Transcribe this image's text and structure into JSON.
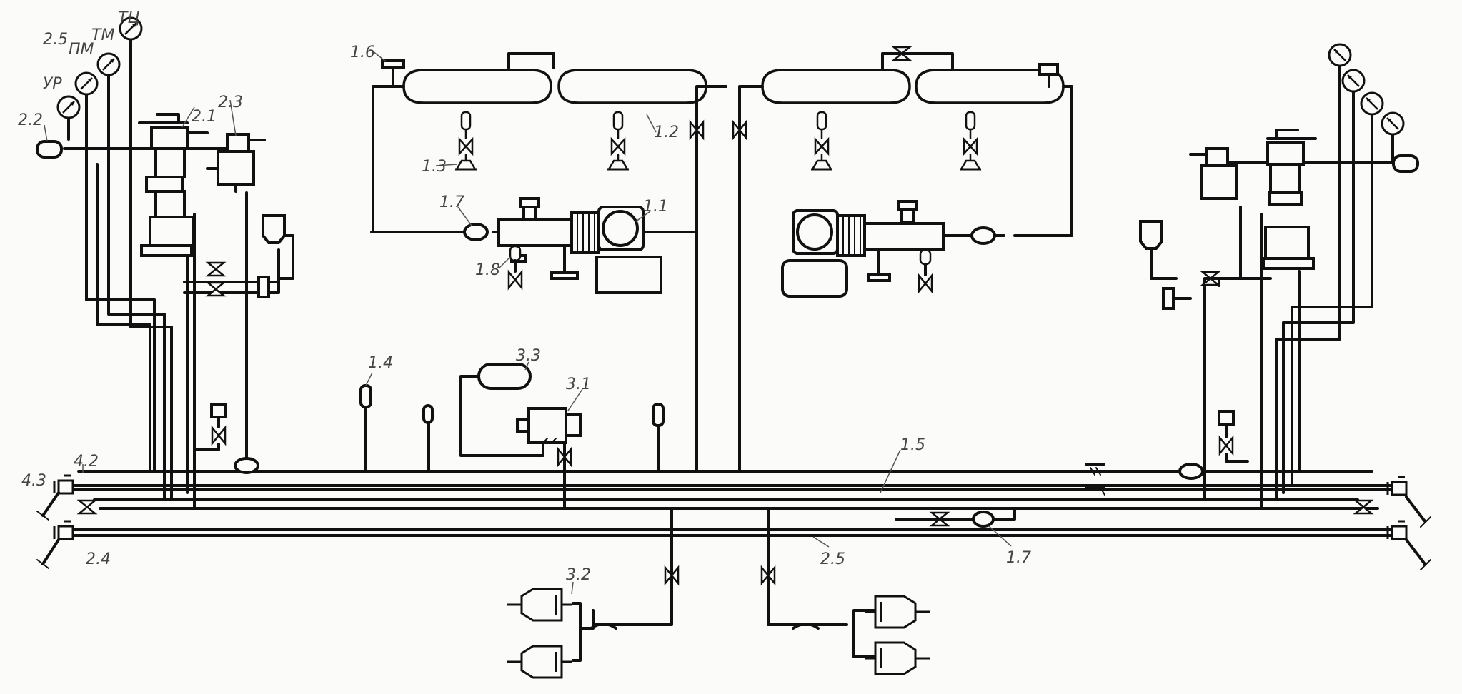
{
  "labels": {
    "l_2_5": "2.5",
    "l_pm": "ПМ",
    "l_tm": "ТМ",
    "l_tc": "ТЦ",
    "l_ur": "УР",
    "l_2_2": "2.2",
    "l_2_1": "2.1",
    "l_2_3": "2.3",
    "l_1_6": "1.6",
    "l_1_2": "1.2",
    "l_1_3": "1.3",
    "l_1_7a": "1.7",
    "l_1_1": "1.1",
    "l_1_8": "1.8",
    "l_1_4": "1.4",
    "l_3_3": "3.3",
    "l_3_1": "3.1",
    "l_1_5": "1.5",
    "l_4_3": "4.3",
    "l_4_2": "4.2",
    "l_2_4": "2.4",
    "l_3_2": "3.2",
    "l_2_5b": "2.5",
    "l_1_7b": "1.7"
  },
  "colors": {
    "line": "#111111",
    "paper": "#fbfbf9",
    "label": "#444444"
  }
}
